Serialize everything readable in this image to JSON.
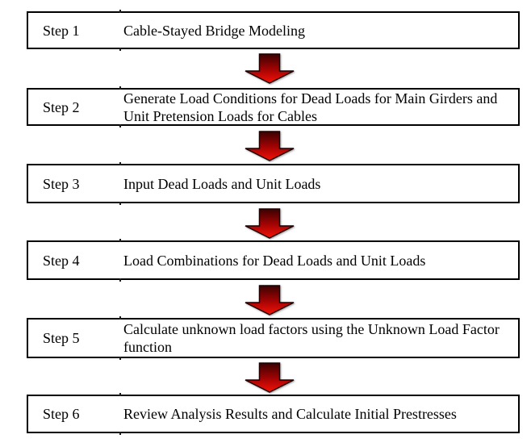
{
  "flowchart": {
    "steps": [
      {
        "label": "Step 1",
        "description": "Cable-Stayed Bridge Modeling"
      },
      {
        "label": "Step 2",
        "description": "Generate Load Conditions for Dead Loads for Main Girders and\nUnit Pretension Loads for Cables"
      },
      {
        "label": "Step 3",
        "description": "Input Dead Loads and Unit Loads"
      },
      {
        "label": "Step 4",
        "description": "Load Combinations for Dead Loads and Unit Loads"
      },
      {
        "label": "Step 5",
        "description": "Calculate unknown load factors using the Unknown Load Factor\nfunction"
      },
      {
        "label": "Step 6",
        "description": "Review Analysis Results and Calculate Initial Prestresses"
      }
    ],
    "arrow": {
      "direction": "down",
      "gradient_top": "#3a0202",
      "gradient_mid": "#9e0303",
      "gradient_bottom": "#f61209",
      "outline": "#1c0202"
    },
    "colors": {
      "background": "#ffffff",
      "box_border": "#000000",
      "text": "#000000"
    }
  }
}
